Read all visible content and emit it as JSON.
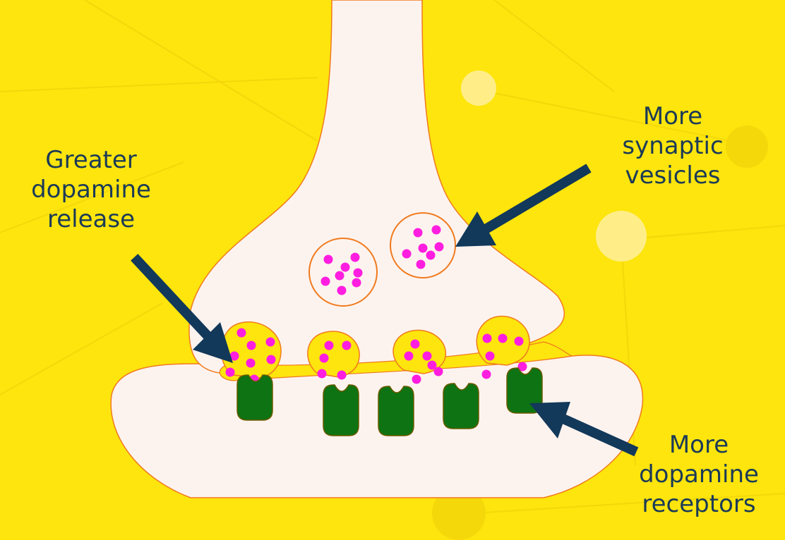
{
  "colors": {
    "background": "#FDE50D",
    "neuron_fill": "#FDF3EE",
    "neuron_outline": "#F07A1E",
    "dopamine": "#FF1DE0",
    "receptor": "#0E7313",
    "receptor_outline": "#6B5A00",
    "arrow": "#12385A",
    "label_text": "#1B3A57",
    "decor_circle": "#FFEE88"
  },
  "labels": {
    "release": [
      "Greater",
      "dopamine",
      "release"
    ],
    "vesicles": [
      "More",
      "synaptic",
      "vesicles"
    ],
    "receptors": [
      "More",
      "dopamine",
      "receptors"
    ]
  },
  "icons": {
    "arrow": "arrow-icon",
    "vesicle": "vesicle-icon",
    "receptor": "receptor-icon",
    "dopamine": "dopamine-molecule-icon"
  }
}
